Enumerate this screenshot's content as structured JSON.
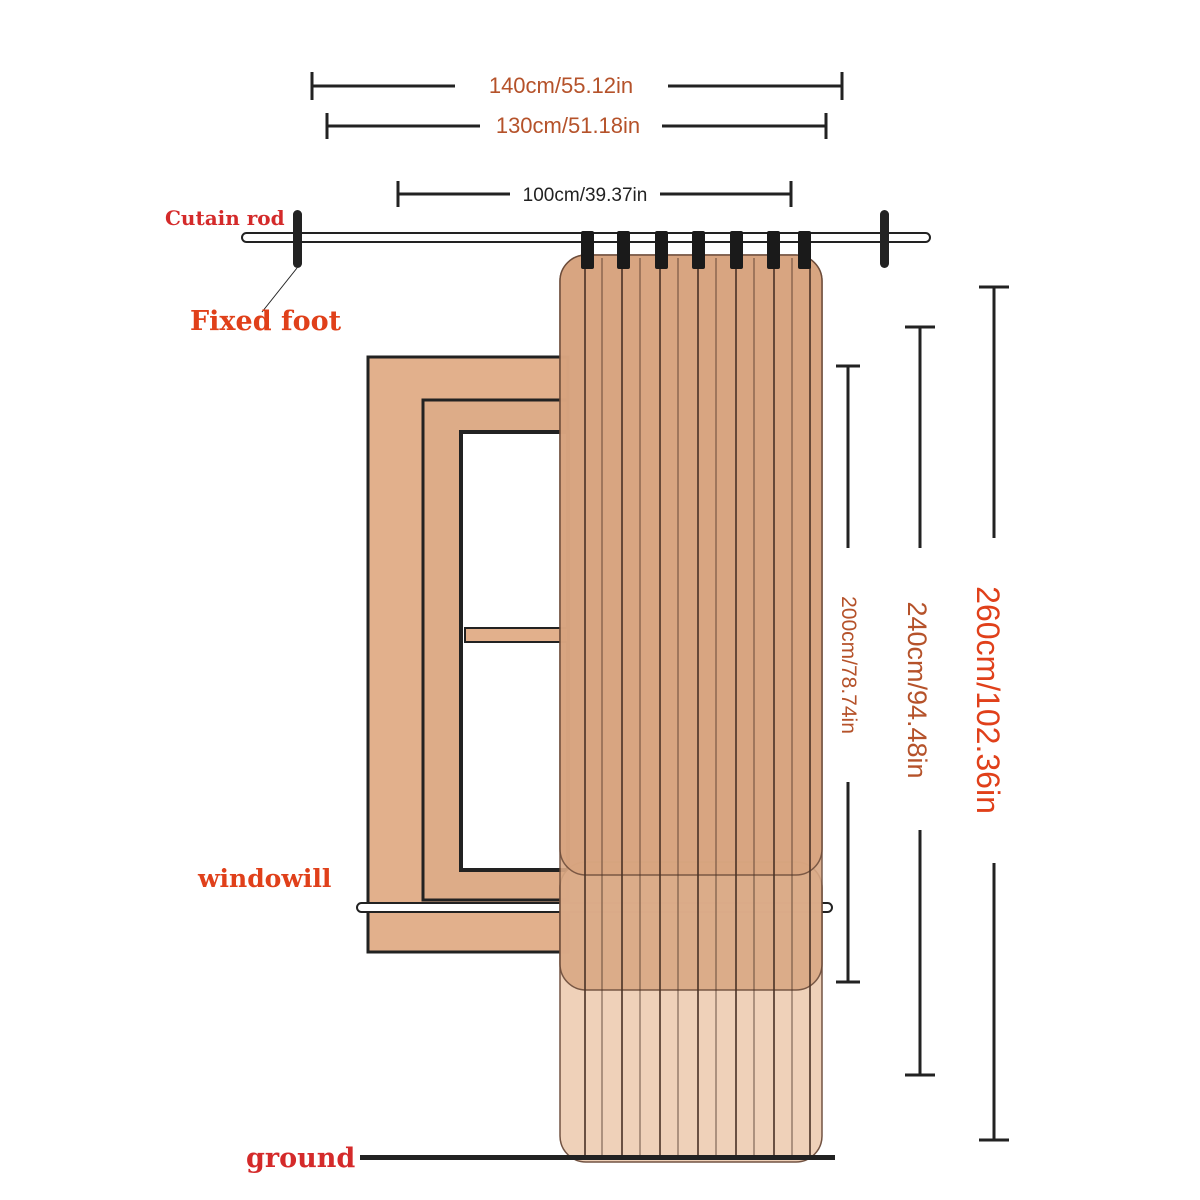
{
  "labels": {
    "curtain_rod": "Cutain rod",
    "fixed_foot": "Fixed foot",
    "windowsill": "windowill",
    "ground": "ground"
  },
  "dimensions": {
    "width_140": "140cm/55.12in",
    "width_130": "130cm/51.18in",
    "width_100": "100cm/39.37in",
    "height_200": "200cm/78.74in",
    "height_240": "240cm/94.48in",
    "height_260": "260cm/102.36in"
  },
  "colors": {
    "label_red": "#e0401a",
    "rod_label_red": "#d42a2a",
    "dim_text": "#b5522a",
    "window_frame": "#e2b08c",
    "curtain": "#d8a47f",
    "curtain_light": "#efcfb6",
    "line": "#222222"
  }
}
